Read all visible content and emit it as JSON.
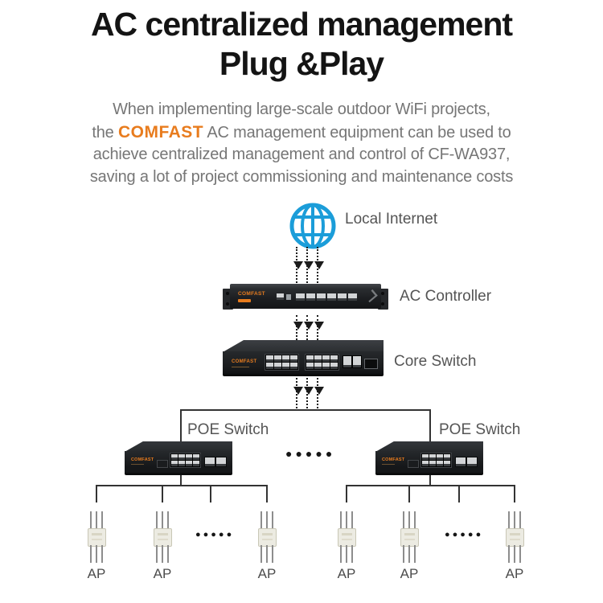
{
  "title": {
    "line1": "AC centralized management",
    "line2": "Plug &Play"
  },
  "intro": {
    "line1": "When implementing large-scale outdoor WiFi projects,",
    "line2_pre": "the ",
    "brand": "COMFAST",
    "line2_post": " AC management equipment can be used to",
    "line3": "achieve centralized management and control of CF-WA937,",
    "line4": "saving a lot of project commissioning and maintenance costs"
  },
  "diagram": {
    "internet_label": "Local Internet",
    "ac_controller_label": "AC Controller",
    "core_switch_label": "Core Switch",
    "poe_switch_left_label": "POE Switch",
    "poe_switch_right_label": "POE Switch",
    "ap_labels": [
      "AP",
      "AP",
      "AP",
      "AP",
      "AP",
      "AP"
    ],
    "device_brand": "COMFAST",
    "more_indicator": "●●●●●"
  },
  "colors": {
    "brand_orange": "#e87c1e",
    "globe_blue": "#1b9dd9",
    "line_color": "#333333",
    "title_black": "#141414",
    "text_gray": "#767676",
    "label_gray": "#555555",
    "ap_body": "#ecebe2"
  }
}
